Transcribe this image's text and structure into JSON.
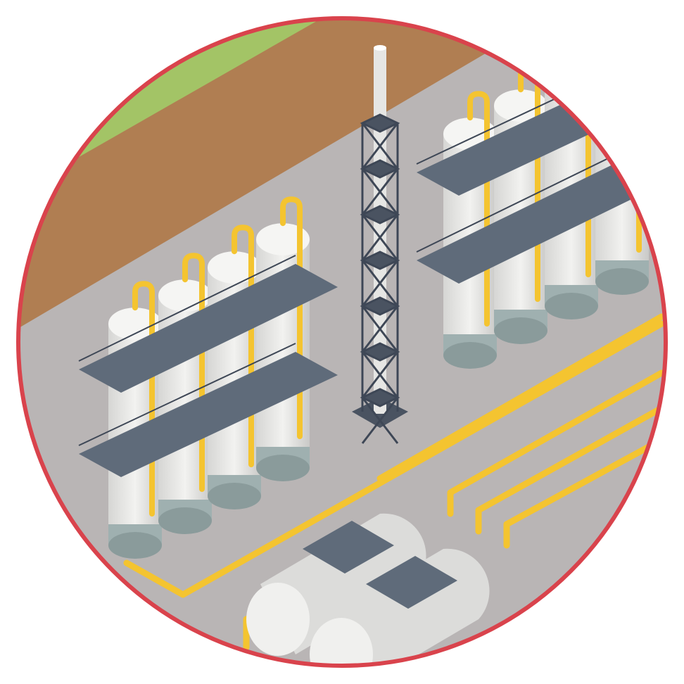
{
  "scene": {
    "subject": "refinery-isometric",
    "colors": {
      "border": "#d9434c",
      "ground": "#b9b5b5",
      "soil": "#b07e52",
      "grass": "#a3c466",
      "tank": "#e8e8e6",
      "tank_shade": "#cfcfcd",
      "tank_base": "#9fb0b0",
      "platform": "#5f6b7a",
      "pipe": "#f4c430",
      "pipe_shade": "#d9a520",
      "tower": "#3e4756"
    },
    "left_columns": [
      0,
      1,
      2,
      3
    ],
    "right_columns": [
      0,
      1,
      2,
      3
    ]
  }
}
